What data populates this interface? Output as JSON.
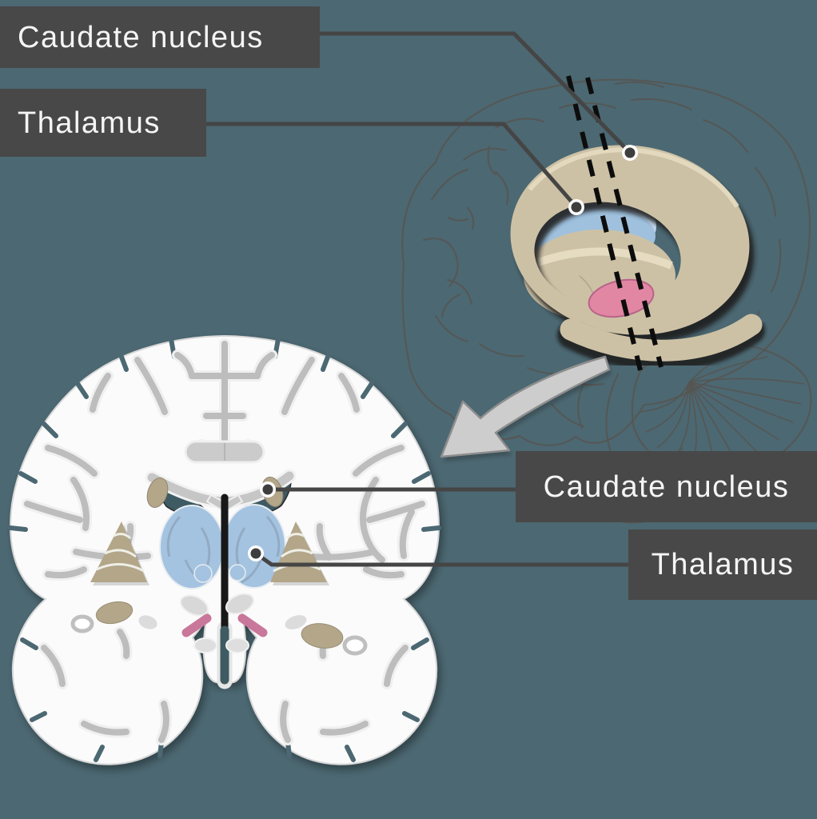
{
  "figure": {
    "type": "anatomy-diagram",
    "subject": "Brain basal ganglia: caudate nucleus and thalamus shown in a lateral (sagittal) view and a coronal section",
    "views": {
      "top_right": "Translucent lateral view of brain with caudate nucleus (tan C-shaped body and tail), thalamus (blue), amygdala (pink), cerebellum outline and dashed coronal section plane",
      "bottom_left": "Coronal section of cerebrum showing caudate nucleus heads (tan), thalamus (blue), lentiform nucleus (tan fans), ventricles and related structures"
    }
  },
  "labels": {
    "top_caudate": "Caudate nucleus",
    "top_thalamus": "Thalamus",
    "bottom_caudate": "Caudate nucleus",
    "bottom_thalamus": "Thalamus"
  },
  "colors": {
    "bg": "#4C6872",
    "box": "#484848",
    "box-text": "#F5F5F5",
    "leader": "#454545",
    "dot": "#3E3E3E",
    "dot-ring": "#FFFFFF",
    "outline": "#57534E",
    "tan": "#CDC1A5",
    "tan-dark": "#B3A689",
    "tan-hi": "#E8DFC4",
    "ink": "#1C1C1C",
    "blue": "#9FC1DE",
    "blue-light": "#C6DBEE",
    "blue-cor": "#A4C3E0",
    "pink": "#E287A3",
    "pink-bar": "#C9779A",
    "white-matter": "#FBFBFB",
    "cortex": "#C6C6C6",
    "sulcus": "#BDBDBD",
    "halo": "#F0F0F0",
    "vent": "#3E5A63",
    "arrow-fill": "#CDCDCD",
    "arrow-edge": "#8E8E8E"
  }
}
